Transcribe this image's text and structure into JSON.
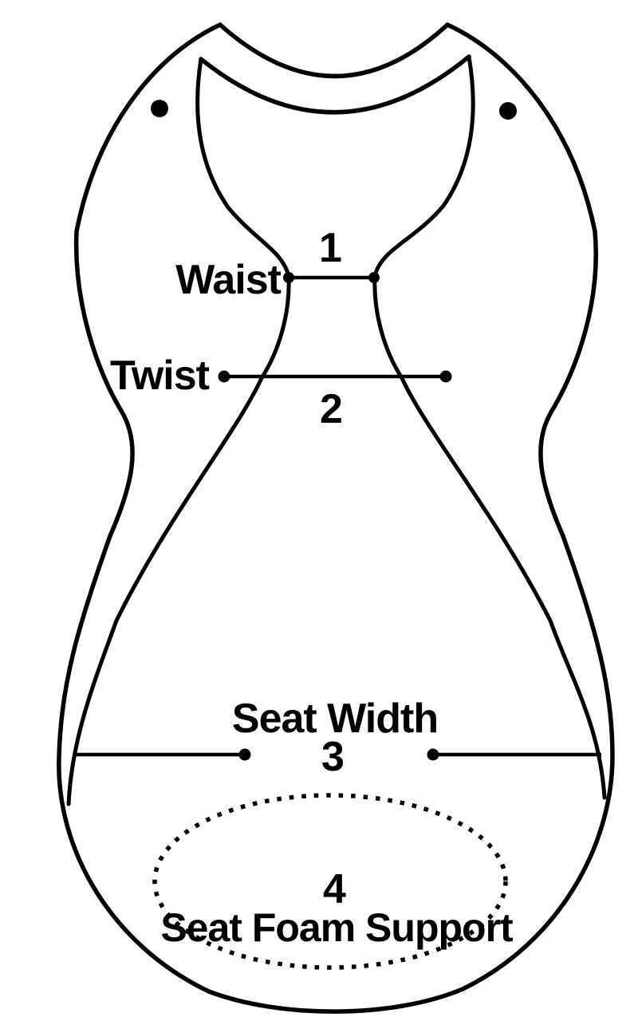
{
  "colors": {
    "ink": "#000000",
    "background": "#ffffff"
  },
  "measurements": {
    "waist": {
      "label": "Waist",
      "number": "1"
    },
    "twist": {
      "label": "Twist",
      "number": "2"
    },
    "seat_width": {
      "label": "Seat Width",
      "number": "3"
    },
    "seat_foam_support": {
      "label": "Seat Foam Support",
      "number": "4"
    }
  }
}
